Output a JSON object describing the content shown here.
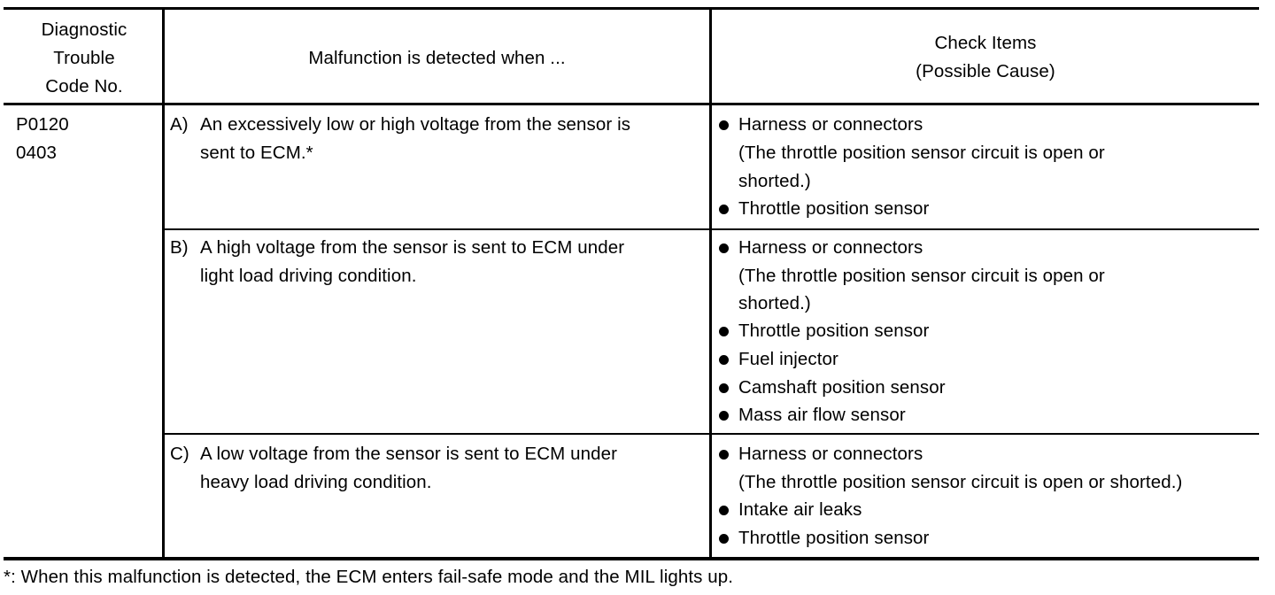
{
  "header": {
    "code_col": [
      "Diagnostic",
      "Trouble",
      "Code No."
    ],
    "malfunction_col": "Malfunction is detected when ...",
    "check_col": [
      "Check Items",
      "(Possible Cause)"
    ]
  },
  "codes": [
    "P0120",
    "0403"
  ],
  "rows": [
    {
      "label": "A)",
      "malfunction": [
        "An excessively low or high voltage from the sensor is",
        "sent to ECM.*"
      ],
      "items": [
        {
          "text": "Harness or connectors",
          "detail": [
            "(The throttle position sensor circuit is open or",
            "shorted.)"
          ]
        },
        {
          "text": "Throttle position sensor"
        }
      ]
    },
    {
      "label": "B)",
      "malfunction": [
        "A high voltage from the sensor is sent to ECM under",
        "light load driving condition."
      ],
      "items": [
        {
          "text": "Harness or connectors",
          "detail": [
            "(The throttle position sensor circuit is open or",
            "shorted.)"
          ]
        },
        {
          "text": "Throttle position sensor"
        },
        {
          "text": "Fuel injector"
        },
        {
          "text": "Camshaft position sensor"
        },
        {
          "text": "Mass air flow sensor"
        }
      ]
    },
    {
      "label": "C)",
      "malfunction": [
        "A low voltage from the sensor is sent to ECM under",
        "heavy load driving condition."
      ],
      "items": [
        {
          "text": "Harness or connectors",
          "detail": [
            "(The throttle position sensor circuit is open or shorted.)"
          ]
        },
        {
          "text": "Intake air leaks"
        },
        {
          "text": "Throttle position sensor"
        }
      ]
    }
  ],
  "footnote": "*: When this malfunction is detected, the ECM enters fail-safe mode and the MIL lights up."
}
